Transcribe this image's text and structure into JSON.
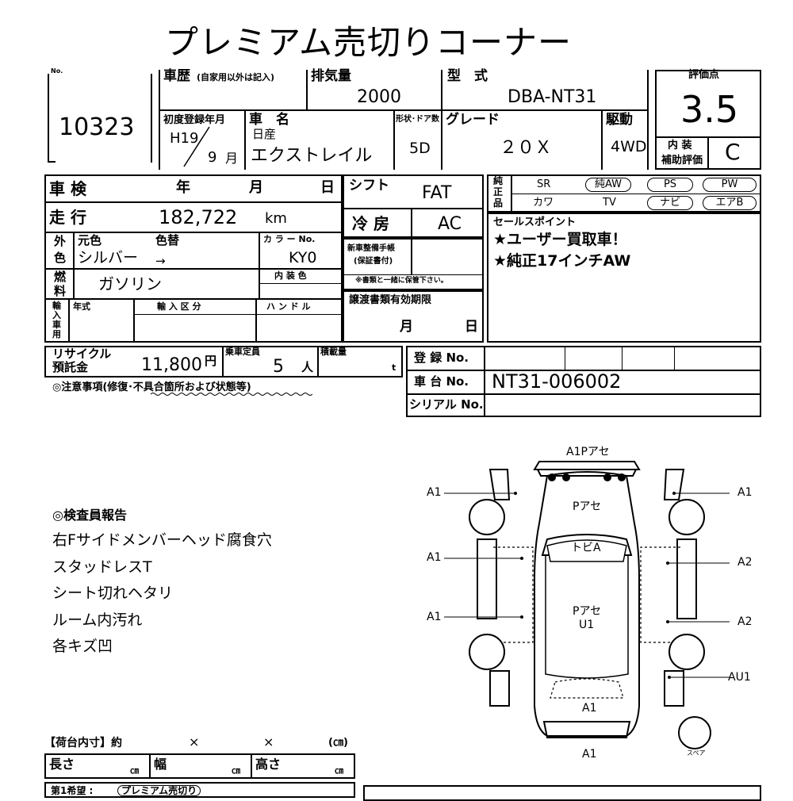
{
  "header": {
    "title": "プレミアム売切りコーナー"
  },
  "lot": {
    "no_label": "No.",
    "number": "10323"
  },
  "vehicle": {
    "history_label": "車歴",
    "history_note": "(自家用以外は記入)",
    "displacement_label": "排気量",
    "displacement": "2000",
    "model_label": "型　式",
    "model": "DBA-NT31",
    "first_reg_label": "初度登録年月",
    "first_reg_year": "H19",
    "first_reg_month": "9",
    "month_unit": "月",
    "name_label": "車　名",
    "maker": "日産",
    "name": "エクストレイル",
    "doors_label": "形状･ドア数",
    "doors": "5D",
    "grade_label": "グレード",
    "grade": "２０Ｘ",
    "drive_label": "駆動",
    "drive": "4WD"
  },
  "score": {
    "label": "評価点",
    "value": "3.5",
    "interior_label_1": "内 装",
    "interior_label_2": "補助評価",
    "interior": "C"
  },
  "inspection": {
    "shaken_label": "車 検",
    "year_unit": "年",
    "month_unit": "月",
    "day_unit": "日",
    "mileage_label": "走 行",
    "mileage": "182,722",
    "mileage_unit": "km",
    "shift_label": "シフト",
    "shift": "FAT",
    "ac_label": "冷 房",
    "ac": "AC"
  },
  "equipment": {
    "label_1": "純",
    "label_2": "正",
    "label_3": "品",
    "items_row1": [
      "SR",
      "純AW",
      "PS",
      "PW"
    ],
    "items_row2": [
      "カワ",
      "TV",
      "ナビ",
      "エアB"
    ]
  },
  "color": {
    "outer_label_1": "外",
    "outer_label_2": "色",
    "original_label": "元色",
    "changed_label": "色替",
    "original": "シルバー",
    "arrow": "→",
    "code_label": "カ ラ ー No.",
    "code": "KY0"
  },
  "fuel": {
    "label_1": "燃",
    "label_2": "料",
    "value": "ガソリン",
    "interior_color_label": "内 装 色"
  },
  "import": {
    "label": [
      "輸",
      "入",
      "車",
      "用"
    ],
    "year_label": "年式",
    "type_label": "輸 入 区 分",
    "handle_label": "ハ ン ド ル"
  },
  "manual": {
    "label_1": "新車整備手帳",
    "label_2": "(保証書付)",
    "note": "※書類と一緒に保管下さい。"
  },
  "transfer": {
    "label": "譲渡書類有効期限",
    "month_unit": "月",
    "day_unit": "日"
  },
  "sales_point": {
    "label": "セールスポイント",
    "lines": [
      "★ユーザー買取車！",
      "★純正17インチAW"
    ]
  },
  "recycle": {
    "label_1": "リサイクル",
    "label_2": "預託金",
    "amount": "11,800",
    "unit": "円",
    "capacity_label": "乗車定員",
    "capacity": "5",
    "capacity_unit": "人",
    "load_label": "積載量",
    "load_unit": "t"
  },
  "registration": {
    "reg_no_label": "登 録 No.",
    "chassis_label": "車 台 No.",
    "chassis": "NT31-006002",
    "serial_label": "シリアル No."
  },
  "caution": {
    "label": "◎注意事項(修復･不具合箇所および状態等)"
  },
  "report": {
    "title": "◎検査員報告",
    "lines": [
      "右Fサイドメンバーヘッド腐食穴",
      "スタッドレスT",
      "シート切れヘタリ",
      "ルーム内汚れ",
      "各キズ凹"
    ]
  },
  "diagram": {
    "bumper_front": "A1Pアセ",
    "hood": "Pアセ",
    "roof": "トビA",
    "roof2_a": "Pアセ",
    "roof2_b": "U1",
    "trunk": "A1",
    "rear": "A1",
    "left": [
      "A1",
      "A1",
      "A1"
    ],
    "right": [
      "A1",
      "A2",
      "A2",
      "AU1"
    ],
    "spare": "スペア"
  },
  "cargo": {
    "label": "【荷台内寸】約",
    "times": "×",
    "unit": "(㎝)",
    "length_label": "長さ",
    "width_label": "幅",
    "height_label": "高さ",
    "cm": "㎝"
  },
  "footer": {
    "hope": "第1希望 :",
    "hope_value": "プレミアム売切り"
  }
}
